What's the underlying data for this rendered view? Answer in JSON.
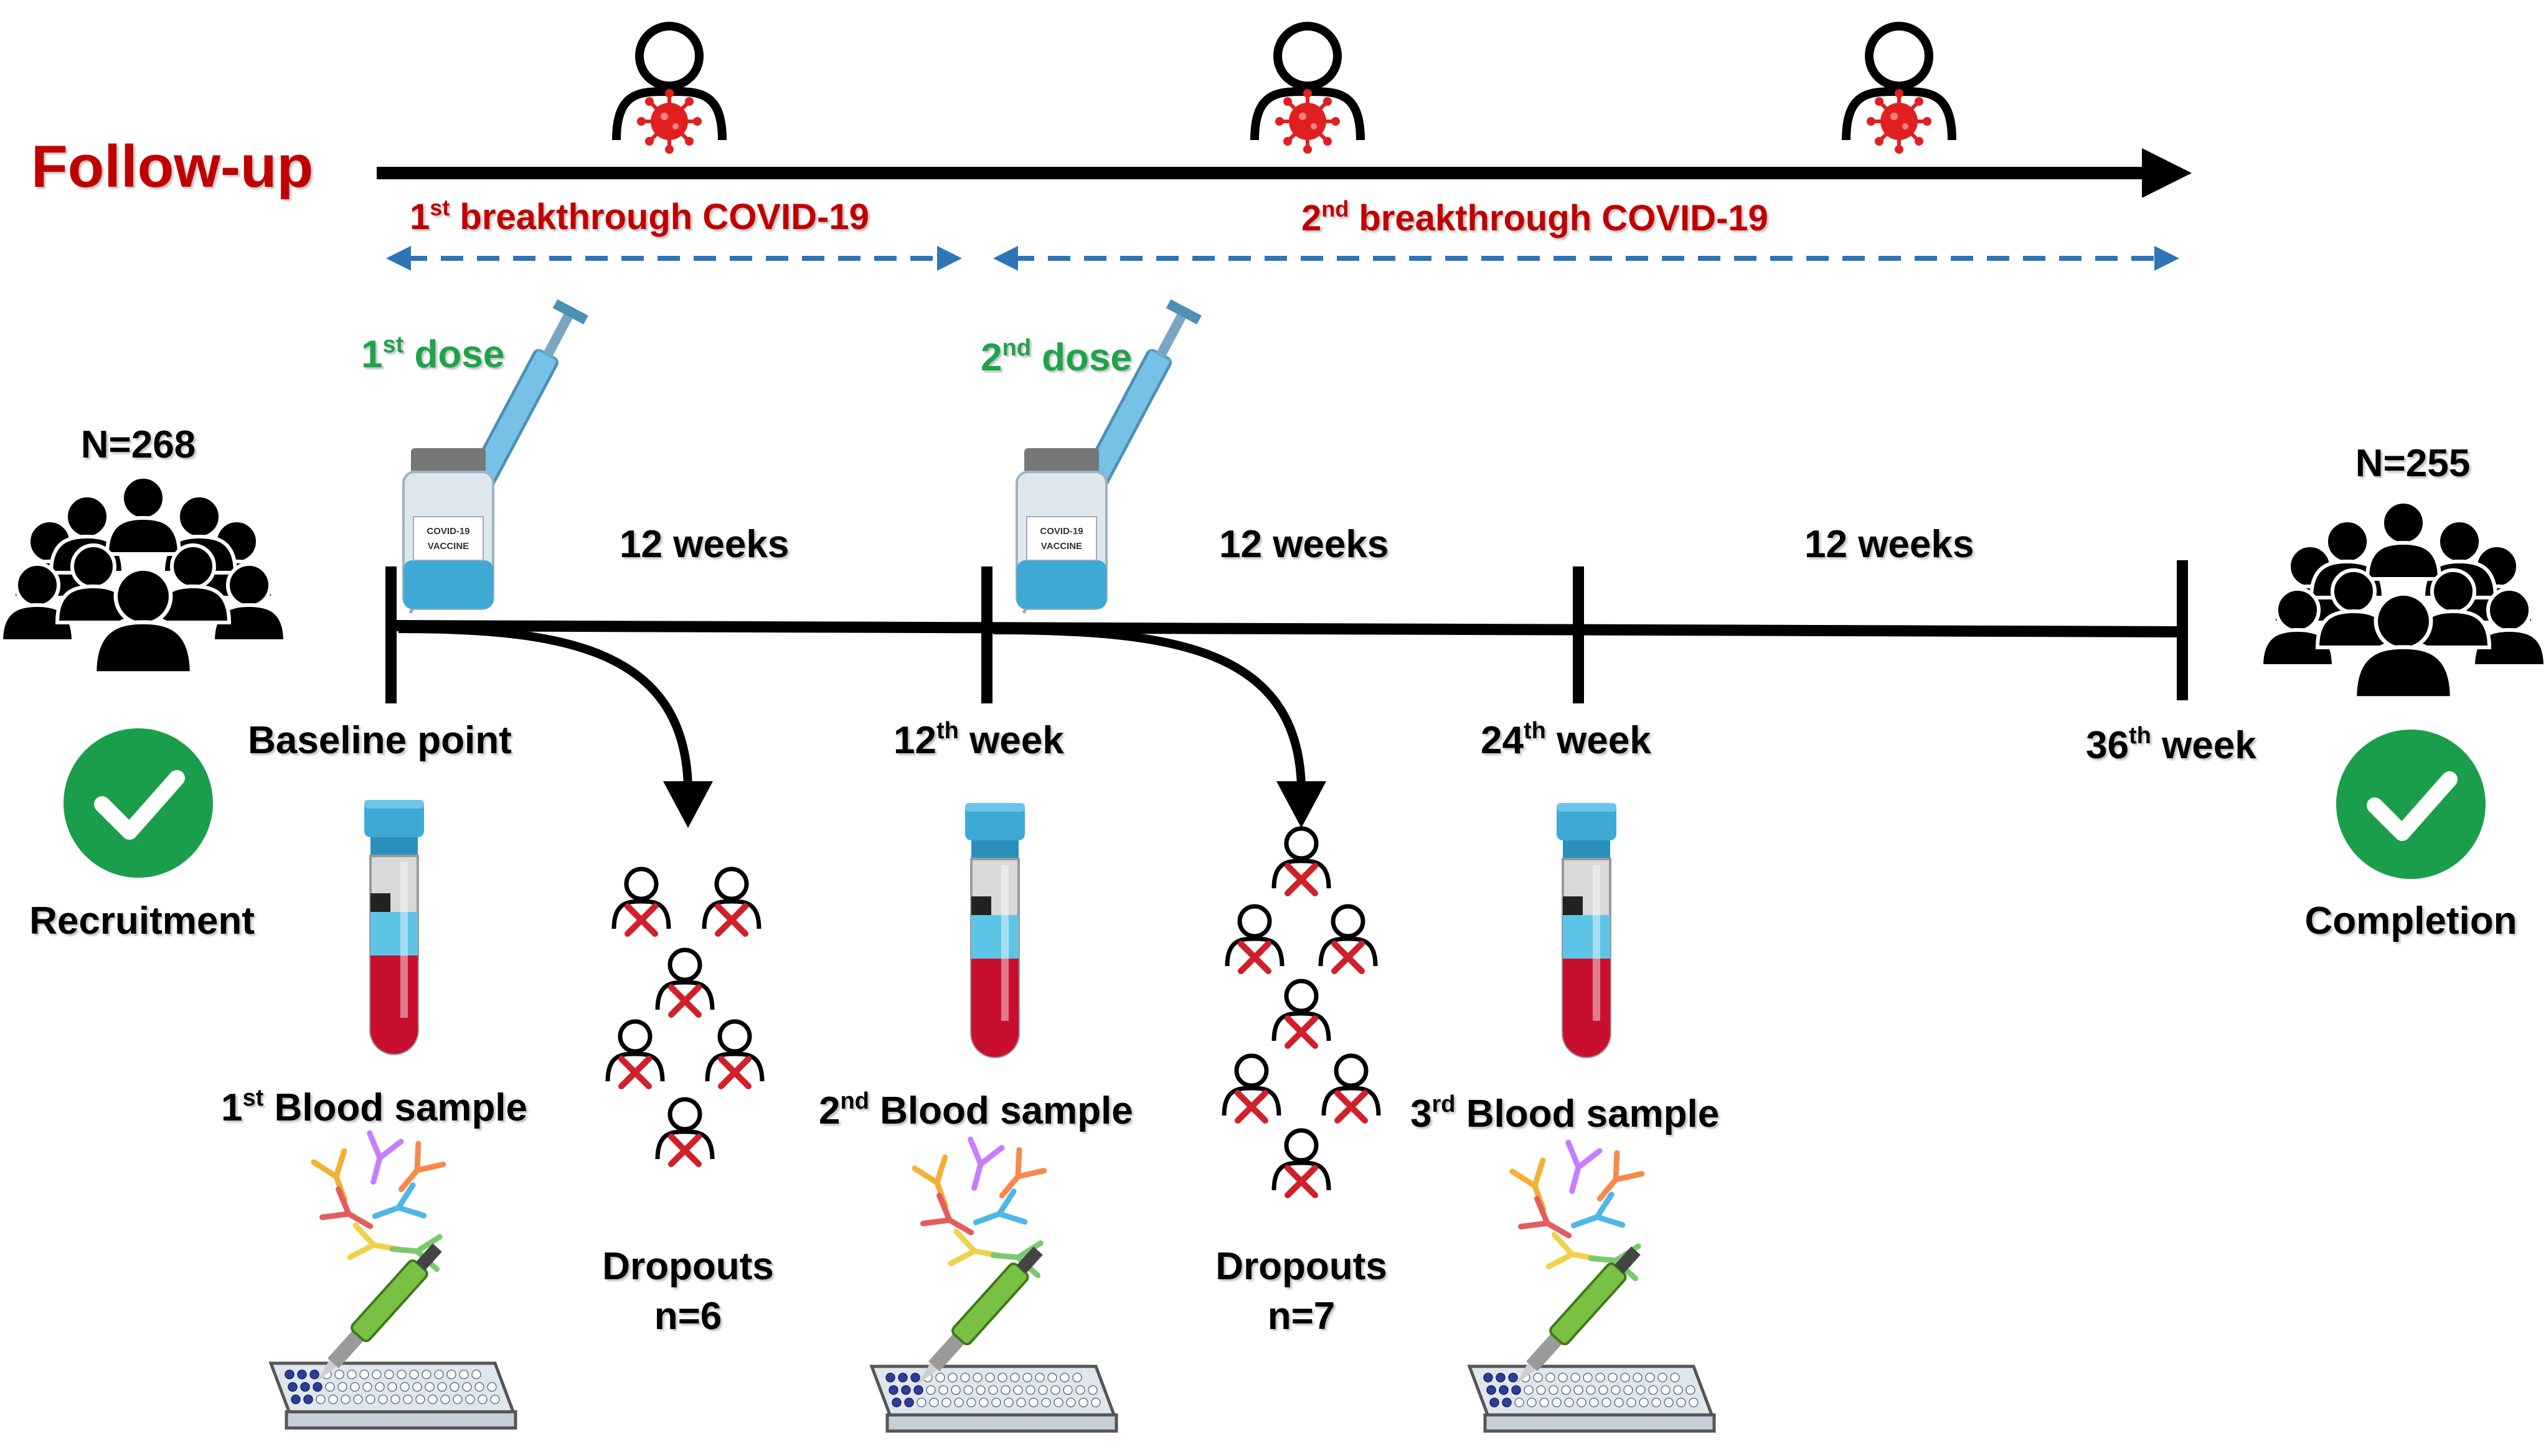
{
  "followup": {
    "title": "Follow-up",
    "breakthrough1": {
      "ordinal": "1",
      "sup": "st",
      "text": " breakthrough COVID-19"
    },
    "breakthrough2": {
      "ordinal": "2",
      "sup": "nd",
      "text": "  breakthrough COVID-19"
    }
  },
  "doses": {
    "dose1": {
      "ordinal": "1",
      "sup": "st",
      "text": " dose"
    },
    "dose2": {
      "ordinal": "2",
      "sup": "nd",
      "text": " dose"
    },
    "vial_text_1": "COVID-19",
    "vial_text_2": "VACCINE"
  },
  "intervals": [
    "12 weeks",
    "12 weeks",
    "12 weeks"
  ],
  "timepoints": {
    "baseline": "Baseline point",
    "week12": {
      "ordinal": "12",
      "sup": "th",
      "text": " week"
    },
    "week24": {
      "ordinal": "24",
      "sup": "th",
      "text": " week"
    },
    "week36": {
      "ordinal": "36",
      "sup": "th",
      "text": " week"
    }
  },
  "recruitment": {
    "count": "N=268",
    "label": "Recruitment"
  },
  "completion": {
    "count": "N=255",
    "label": "Completion"
  },
  "samples": [
    {
      "ordinal": "1",
      "sup": "st",
      "text": " Blood sample"
    },
    {
      "ordinal": "2",
      "sup": "nd",
      "text": " Blood sample"
    },
    {
      "ordinal": "3",
      "sup": "rd",
      "text": " Blood sample"
    }
  ],
  "dropouts": [
    {
      "label": "Dropouts",
      "count": "n=6"
    },
    {
      "label": "Dropouts",
      "count": "n=7"
    }
  ],
  "colors": {
    "title_red": "#c00000",
    "dose_green": "#1fa34a",
    "dashed_blue": "#2e75b6",
    "check_green": "#1b9e4b",
    "virus_red": "#e02020",
    "cross_red": "#d0202a",
    "blood_red": "#c8102e",
    "tube_cap": "#3fa9d6",
    "black": "#000000"
  },
  "icons": {
    "patient": "infected-person-icon",
    "vaccine": "vaccine-syringe-icon",
    "crowd": "crowd-icon",
    "check": "check-circle-icon",
    "tube": "blood-tube-icon",
    "antibody": "antibody-icon",
    "plate": "elisa-plate-pipette-icon",
    "dropout": "dropout-person-icon"
  }
}
